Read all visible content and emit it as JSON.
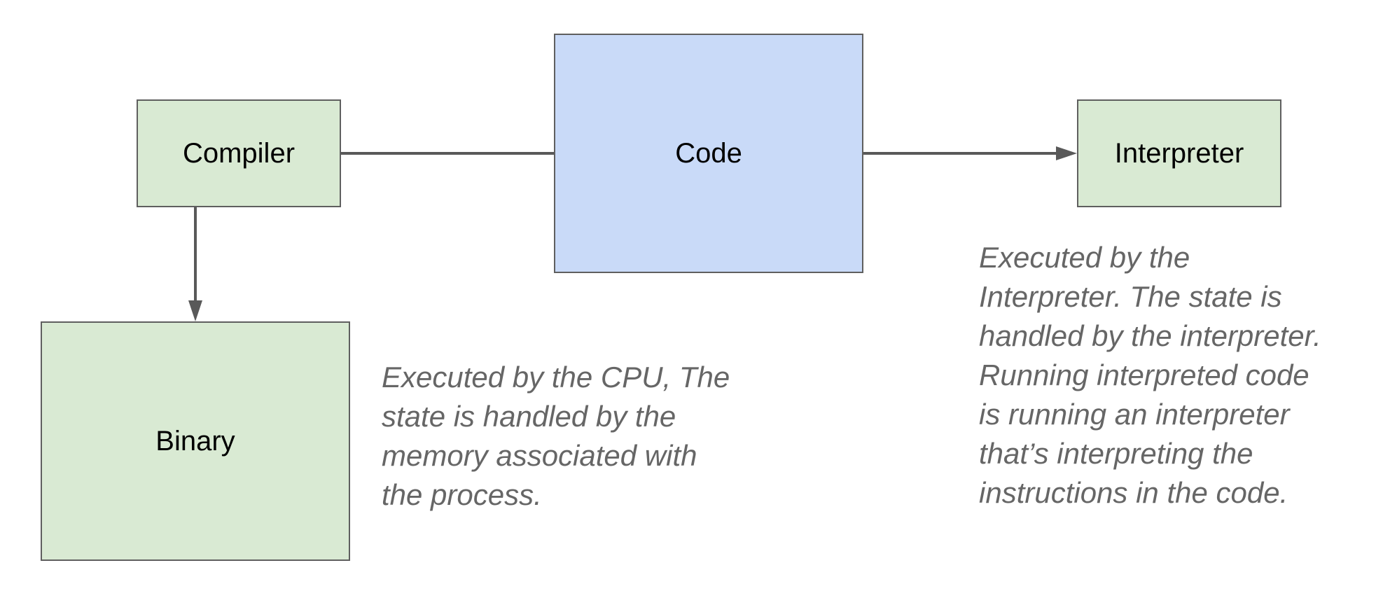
{
  "colors": {
    "green_fill": "#d9ead3",
    "blue_fill": "#c9daf8",
    "border": "#5f5f5f",
    "connector": "#595959",
    "note_text": "#666666"
  },
  "nodes": {
    "compiler": {
      "label": "Compiler"
    },
    "code": {
      "label": "Code"
    },
    "interpreter": {
      "label": "Interpreter"
    },
    "binary": {
      "label": "Binary"
    }
  },
  "edges": [
    {
      "from": "compiler",
      "to": "code",
      "arrow": "none"
    },
    {
      "from": "code",
      "to": "interpreter",
      "arrow": "end"
    },
    {
      "from": "compiler",
      "to": "binary",
      "arrow": "end"
    }
  ],
  "notes": {
    "cpu": {
      "lines": [
        "Executed by the CPU, The",
        "state is handled by the",
        "memory associated with",
        "the process."
      ]
    },
    "interpreter": {
      "lines": [
        "Executed by the",
        "Interpreter. The state is",
        "handled by the interpreter.",
        "Running interpreted code",
        "is running an interpreter",
        "that’s interpreting the",
        "instructions in the code."
      ]
    }
  }
}
